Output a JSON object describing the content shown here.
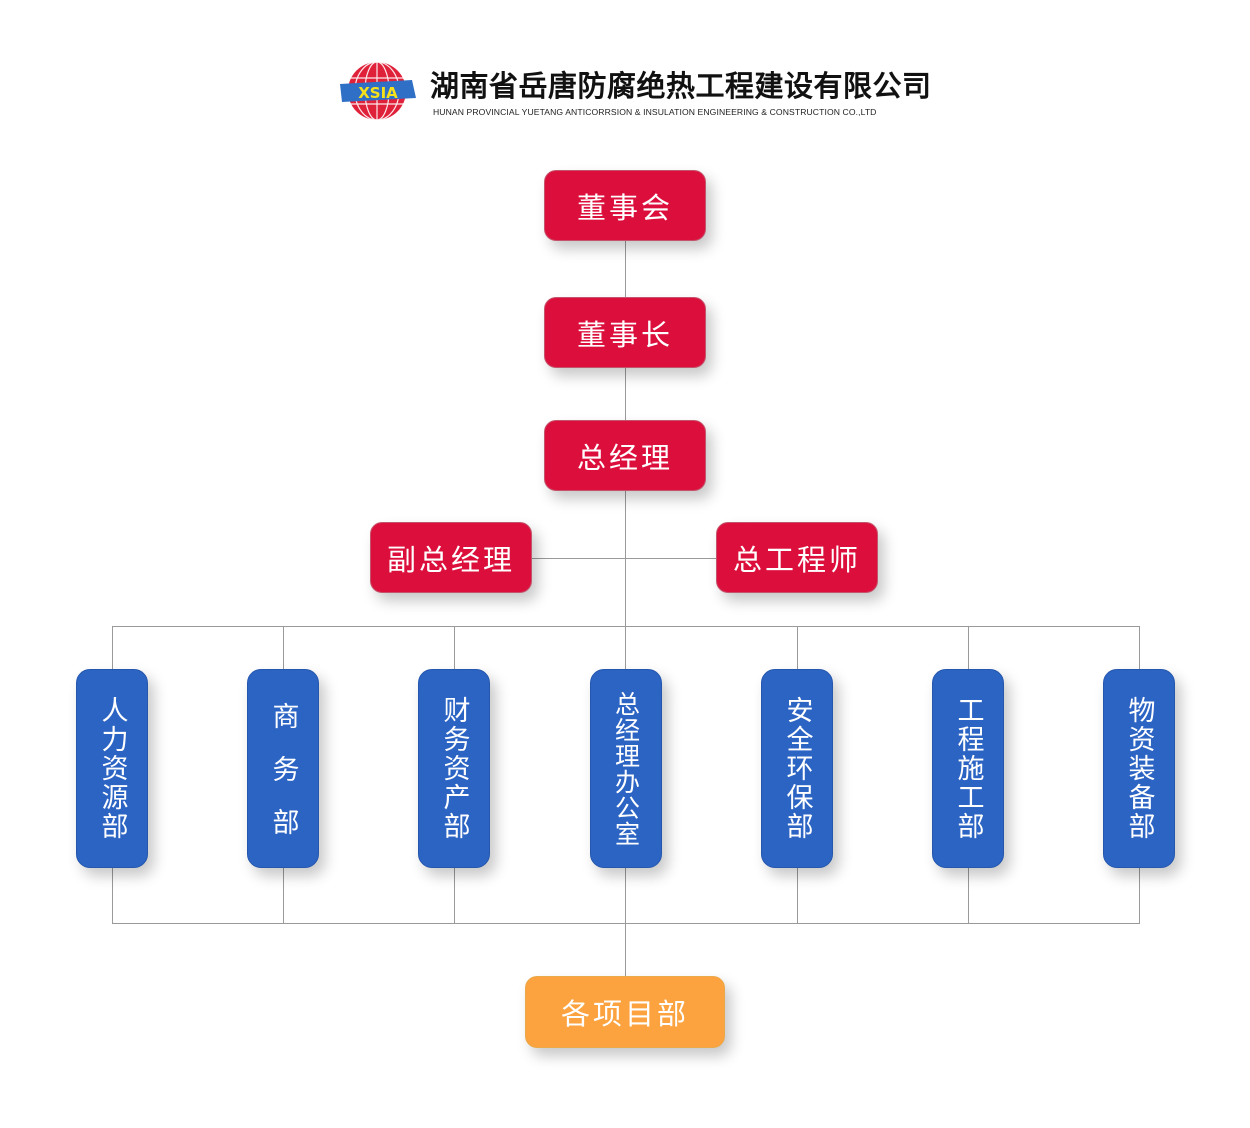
{
  "header": {
    "logo_text": "XSIA",
    "company_name_cn": "湖南省岳唐防腐绝热工程建设有限公司",
    "company_name_en": "HUNAN PROVINCIAL YUETANG ANTICORRSION & INSULATION ENGINEERING & CONSTRUCTION CO.,LTD"
  },
  "colors": {
    "leadership": "#dc0f3c",
    "department": "#2c64c4",
    "projects": "#fca23e",
    "connector": "#9a9a9a",
    "logo_red": "#e0213a",
    "logo_blue": "#2f6fc6",
    "logo_yellow": "#f7e11a"
  },
  "org_chart": {
    "board": "董事会",
    "chairman": "董事长",
    "general_manager": "总经理",
    "deputies": [
      {
        "label": "副总经理"
      },
      {
        "label": "总工程师"
      }
    ],
    "departments": [
      {
        "label": "人力资源部"
      },
      {
        "label": "商务部"
      },
      {
        "label": "财务资产部"
      },
      {
        "label": "总经理办公室"
      },
      {
        "label": "安全环保部"
      },
      {
        "label": "工程施工部"
      },
      {
        "label": "物资装备部"
      }
    ],
    "projects": "各项目部"
  }
}
